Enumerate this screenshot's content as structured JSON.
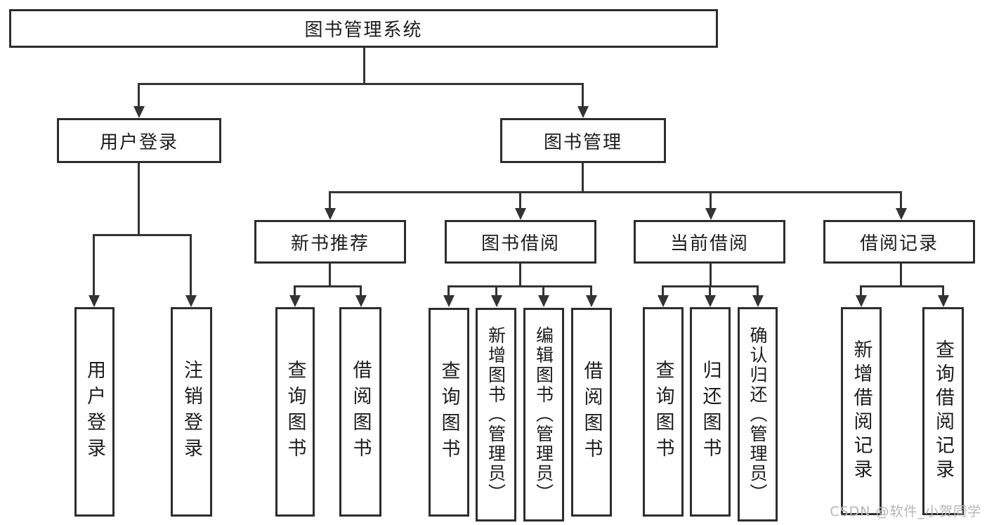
{
  "diagram": {
    "root_label": "图书管理系统",
    "user_login": {
      "label": "用户登录",
      "children": [
        "用户登录",
        "注销登录"
      ]
    },
    "book_mgmt": {
      "label": "图书管理",
      "sections": [
        {
          "label": "新书推荐",
          "children": [
            "查询图书",
            "借阅图书"
          ]
        },
        {
          "label": "图书借阅",
          "children": [
            "查询图书",
            "新增图书（管理员）",
            "编辑图书（管理员）",
            "借阅图书"
          ]
        },
        {
          "label": "当前借阅",
          "children": [
            "查询图书",
            "归还图书",
            "确认归还（管理员）"
          ]
        },
        {
          "label": "借阅记录",
          "children": [
            "新增借阅记录",
            "查询借阅记录"
          ]
        }
      ]
    }
  },
  "watermark": "CSDN @软件_小贺同学",
  "colors": {
    "line": "#333333",
    "border": "#2d2d2d",
    "text": "#1d1d1f",
    "watermark": "#b5b5b8",
    "background": "#ffffff"
  }
}
